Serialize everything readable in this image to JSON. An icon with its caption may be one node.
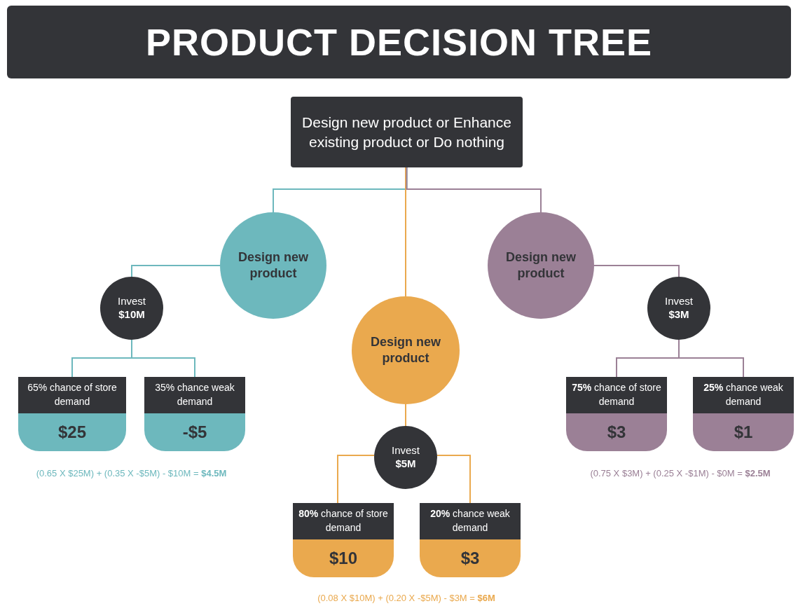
{
  "diagram": {
    "title": "PRODUCT DECISION TREE",
    "nodes": [
      {
        "text": [
          "Design new product or Enhance existing product or Do nothing"
        ]
      },
      {
        "text": [
          "Design new product"
        ]
      },
      {
        "text": [
          "Design new product"
        ]
      },
      {
        "text": [
          "Design new product"
        ]
      },
      {
        "text": [
          "Invest",
          "$10M"
        ]
      },
      {
        "text": [
          "Invest",
          "$5M"
        ]
      },
      {
        "text": [
          "Invest",
          "$3M"
        ]
      },
      {
        "text": [
          "65% chance of store demand",
          "$25"
        ]
      },
      {
        "text": [
          "35% chance weak demand",
          "-$5"
        ]
      },
      {
        "text": [
          "**80%** chance of store demand",
          "$10"
        ]
      },
      {
        "text": [
          "**20%** chance weak demand",
          "$3"
        ]
      },
      {
        "text": [
          "**75%** chance of store demand",
          "$3"
        ]
      },
      {
        "text": [
          "**25%** chance weak demand",
          "$1"
        ]
      }
    ],
    "edges": [
      {
        "from": 0,
        "to": 1,
        "arrow": "none",
        "color": "#6db8bd"
      },
      {
        "from": 0,
        "to": 2,
        "arrow": "none",
        "color": "#eaa94e"
      },
      {
        "from": 0,
        "to": 3,
        "arrow": "none",
        "color": "#9b8096"
      },
      {
        "from": 1,
        "to": 4,
        "arrow": "none",
        "color": "#6db8bd"
      },
      {
        "from": 2,
        "to": 5,
        "arrow": "none",
        "color": "#eaa94e"
      },
      {
        "from": 3,
        "to": 6,
        "arrow": "none",
        "color": "#9b8096"
      },
      {
        "from": 4,
        "to": 7,
        "arrow": "none",
        "color": "#6db8bd"
      },
      {
        "from": 4,
        "to": 8,
        "arrow": "none",
        "color": "#6db8bd"
      },
      {
        "from": 5,
        "to": 9,
        "arrow": "none",
        "color": "#eaa94e"
      },
      {
        "from": 5,
        "to": 10,
        "arrow": "none",
        "color": "#eaa94e"
      },
      {
        "from": 6,
        "to": 11,
        "arrow": "none",
        "color": "#9b8096"
      },
      {
        "from": 6,
        "to": 12,
        "arrow": "none",
        "color": "#9b8096"
      }
    ],
    "labels": [
      "(0.65 X $25M) + (0.35 X -$5M) - $10M = **$4.5M**",
      "(0.75 X $3M) + (0.25 X -$1M) - $0M = **$2.5M**",
      "(0.08 X $10M) + (0.20 X -$5M) - $3M = **$6M**"
    ]
  }
}
